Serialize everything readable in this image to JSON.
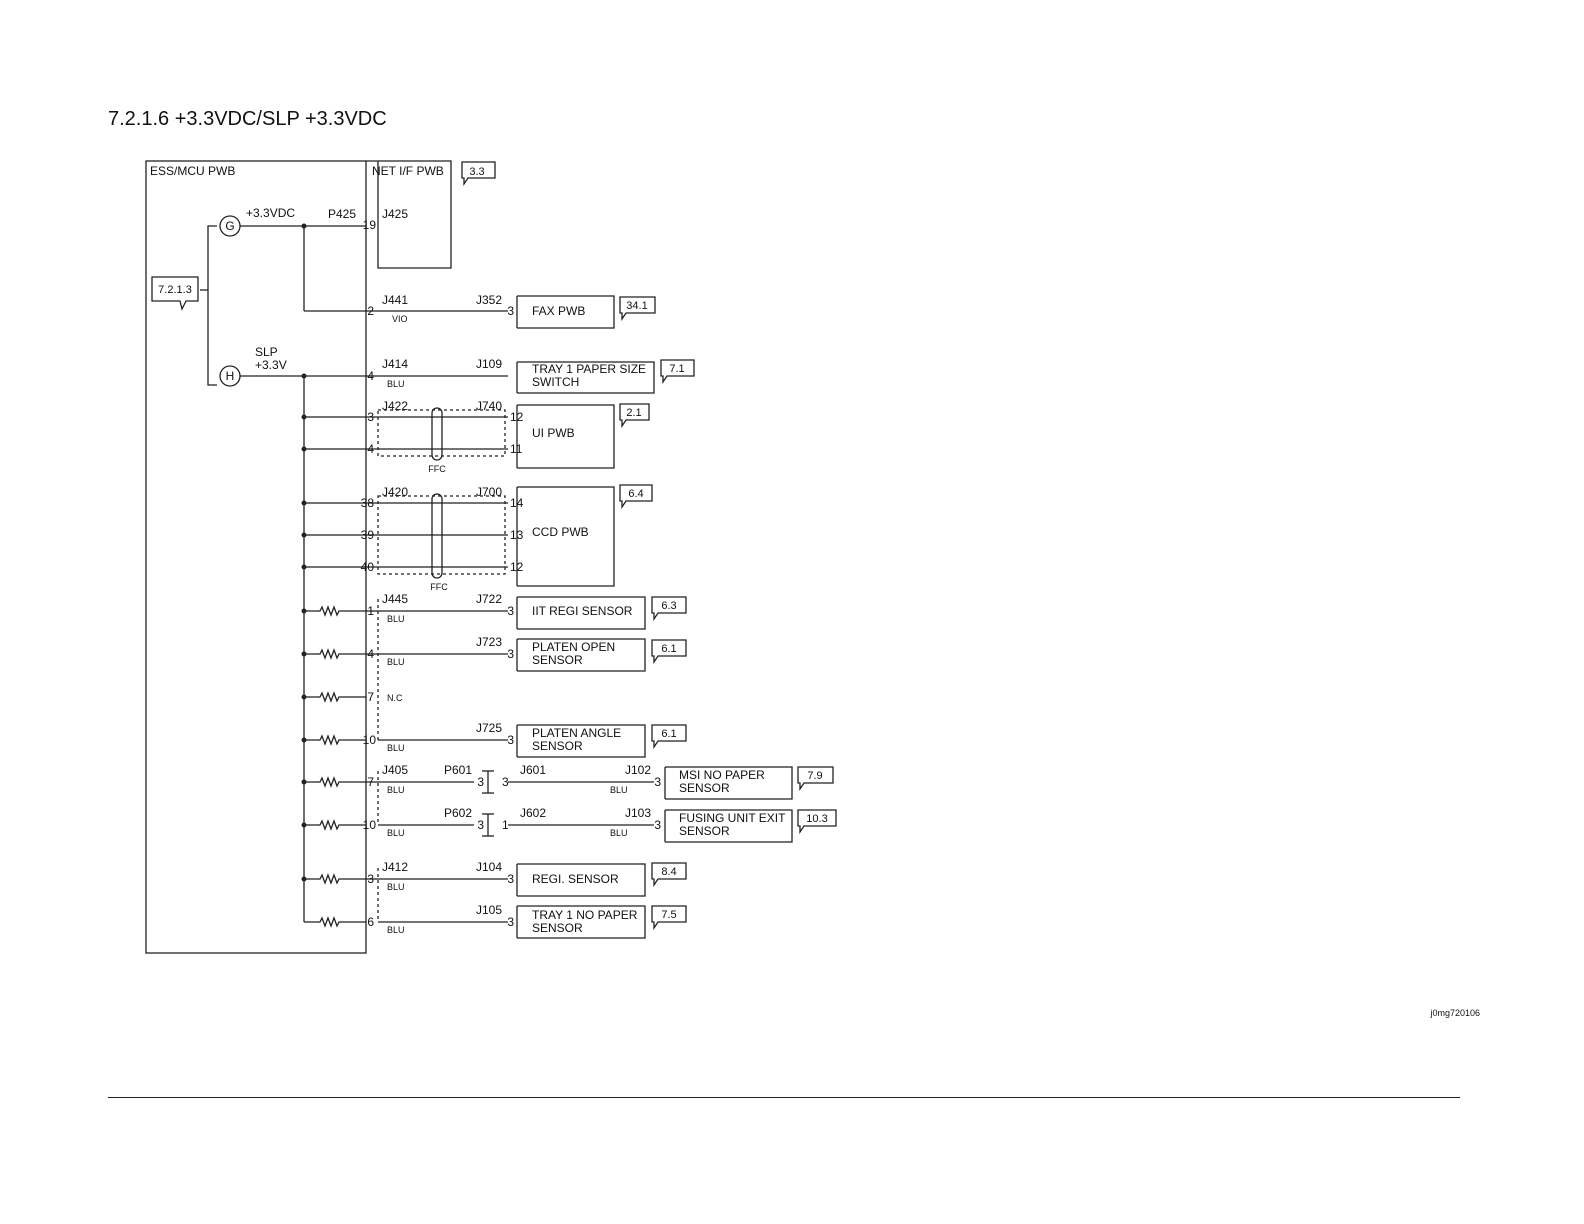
{
  "page": {
    "title": "7.2.1.6 +3.3VDC/SLP +3.3VDC",
    "image_id_label": "j0mg720106"
  },
  "diagram": {
    "ess_board": "ESS/MCU PWB",
    "net_board": "NET I/F PWB",
    "ref_left": "7.2.1.3",
    "source_g": {
      "symbol": "G",
      "voltage": "+3.3VDC"
    },
    "source_h": {
      "symbol": "H",
      "voltage_line1": "SLP",
      "voltage_line2": "+3.3V"
    },
    "net_connector": {
      "plug": "P425",
      "jack": "J425",
      "pin": "19",
      "ref": "3.3"
    },
    "fax": {
      "ess_jack": "J441",
      "pin": "2",
      "wire": "VIO",
      "target_jack": "J352",
      "target_pin": "3",
      "label": "FAX PWB",
      "ref": "34.1"
    },
    "tray1_size": {
      "ess_jack": "J414",
      "pin": "4",
      "wire": "BLU",
      "target_jack": "J109",
      "label_line1": "TRAY 1 PAPER SIZE",
      "label_line2": "SWITCH",
      "ref": "7.1"
    },
    "ui": {
      "ess_jack": "J422",
      "pins": [
        "3",
        "4"
      ],
      "target_jack": "J740",
      "target_pins": [
        "12",
        "11"
      ],
      "cable": "FFC",
      "label": "UI PWB",
      "ref": "2.1"
    },
    "ccd": {
      "ess_jack": "J420",
      "pins": [
        "38",
        "39",
        "40"
      ],
      "target_jack": "J700",
      "target_pins": [
        "14",
        "13",
        "12"
      ],
      "cable": "FFC",
      "label": "CCD PWB",
      "ref": "6.4"
    },
    "iit_regi": {
      "ess_jack": "J445",
      "pin": "1",
      "wire": "BLU",
      "target_jack": "J722",
      "target_pin": "3",
      "label": "IIT REGI SENSOR",
      "ref": "6.3"
    },
    "platen_open": {
      "pin": "4",
      "wire": "BLU",
      "target_jack": "J723",
      "target_pin": "3",
      "label_line1": "PLATEN OPEN",
      "label_line2": "SENSOR",
      "ref": "6.1"
    },
    "nc": {
      "pin": "7",
      "label": "N.C"
    },
    "platen_angle": {
      "pin": "10",
      "wire": "BLU",
      "target_jack": "J725",
      "target_pin": "3",
      "label_line1": "PLATEN ANGLE",
      "label_line2": "SENSOR",
      "ref": "6.1"
    },
    "msi": {
      "ess_jack": "J405",
      "pin": "7",
      "wire": "BLU",
      "plug": "P601",
      "plug_pins": [
        "3",
        "3"
      ],
      "jack": "J601",
      "target_jack": "J102",
      "wire2": "BLU",
      "target_pin": "3",
      "label_line1": "MSI NO PAPER",
      "label_line2": "SENSOR",
      "ref": "7.9"
    },
    "fusing": {
      "pin": "10",
      "wire": "BLU",
      "plug": "P602",
      "plug_pins": [
        "3",
        "1"
      ],
      "jack": "J602",
      "target_jack": "J103",
      "wire2": "BLU",
      "target_pin": "3",
      "label_line1": "FUSING UNIT EXIT",
      "label_line2": "SENSOR",
      "ref": "10.3"
    },
    "regi": {
      "ess_jack": "J412",
      "pin": "3",
      "wire": "BLU",
      "target_jack": "J104",
      "target_pin": "3",
      "label": "REGI. SENSOR",
      "ref": "8.4"
    },
    "tray1_nopaper": {
      "pin": "6",
      "wire": "BLU",
      "target_jack": "J105",
      "target_pin": "3",
      "label_line1": "TRAY 1 NO PAPER",
      "label_line2": "SENSOR",
      "ref": "7.5"
    }
  }
}
